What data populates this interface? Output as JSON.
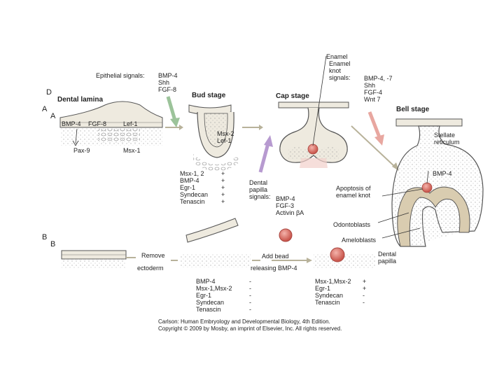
{
  "panel_labels": {
    "a_top": "A",
    "a_bottom": "A",
    "b_top": "B",
    "b_bottom": "B",
    "edge": "D"
  },
  "epithelial_signals": {
    "title": "Epithelial signals:",
    "items": [
      "BMP-4",
      "Shh",
      "FGF-8"
    ]
  },
  "dental_lamina": {
    "title": "Dental lamina",
    "bmp": "BMP-4",
    "fgf": "FGF-8",
    "lef": "Lef-1",
    "pax": "Pax-9",
    "msx": "Msx-1"
  },
  "bud_stage": {
    "title": "Bud stage",
    "inside": [
      "Msx-2",
      "Lef-1"
    ],
    "genes": [
      "Msx-1, 2",
      "BMP-4",
      "Egr-1",
      "Syndecan",
      "Tenascin"
    ],
    "marks": [
      "+",
      "+",
      "+",
      "+",
      "+"
    ]
  },
  "cap_stage": {
    "title": "Cap stage"
  },
  "enamel_knot": {
    "line1": "Enamel",
    "line2": "Enamel",
    "line3": "knot",
    "line4": "signals:",
    "items": [
      "BMP-4, -7",
      "Shh",
      "FGF-4",
      "Wnt 7"
    ]
  },
  "dental_papilla_signals": {
    "lines": [
      "Dental",
      "papilla",
      "signals:"
    ],
    "items": [
      "BMP-4",
      "FGF-3",
      "Activin βA"
    ]
  },
  "bell_stage": {
    "title": "Bell stage",
    "stellate": [
      "Stellate",
      "reticulum"
    ],
    "bmp": "BMP-4",
    "apoptosis": [
      "Apoptosis of",
      "enamel knot"
    ],
    "odontoblasts": "Odontoblasts",
    "ameloblasts": "Ameloblasts",
    "papilla": [
      "Dental",
      "papilla"
    ]
  },
  "panel_b": {
    "remove": "Remove",
    "ectoderm": "ectoderm",
    "add_bead": "Add bead",
    "releasing": "releasing BMP-4",
    "left_genes": [
      "BMP-4",
      "Msx-1,Msx-2",
      "Egr-1",
      "Syndecan",
      "Tenascin"
    ],
    "left_marks": [
      "-",
      "-",
      "-",
      "-",
      "-"
    ],
    "right_genes": [
      "Msx-1,Msx-2",
      "Egr-1",
      "Syndecan",
      "Tenascin"
    ],
    "right_marks": [
      "+",
      "+",
      "-",
      "-"
    ]
  },
  "credit": {
    "line1": "Carlson: Human Embryology and Developmental Biology, 4th Edition.",
    "line2": "Copyright © 2009 by Mosby, an imprint of Elsevier, Inc. All rights reserved."
  },
  "colors": {
    "epithelium": "#eeeadf",
    "outline": "#555555",
    "stipple": "#999999",
    "arrow": "#b8b29a",
    "green_arrow": "#9cc39a",
    "purple_arrow": "#b79ad0",
    "pink_arrow": "#e8a7a0",
    "bead": "#d9736a",
    "dentin": "#d9ccb0"
  }
}
